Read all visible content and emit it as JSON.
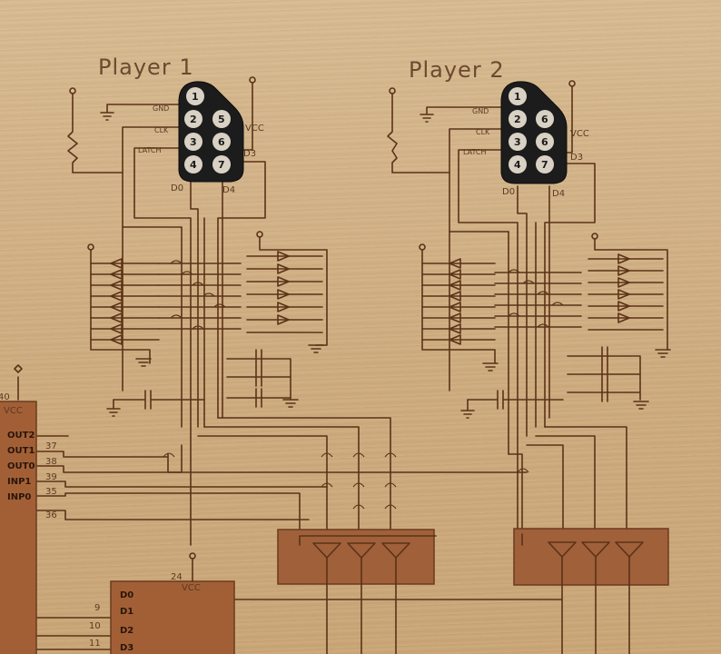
{
  "players": [
    {
      "title": "Player 1",
      "pins": [
        "1",
        "2",
        "5",
        "3",
        "6",
        "4",
        "7"
      ]
    },
    {
      "title": "Player 2",
      "pins": [
        "1",
        "2",
        "6",
        "3",
        "6",
        "4",
        "7"
      ]
    }
  ],
  "connector_labels": {
    "gnd": "GND",
    "clk": "CLK",
    "latch": "LATCH",
    "vcc": "VCC",
    "d3": "D3",
    "d0": "D0",
    "d4": "D4"
  },
  "left_chip": {
    "top_pin": "40",
    "vcc": "VCC",
    "rows": [
      {
        "signal": "OUT2",
        "pin": ""
      },
      {
        "signal": "OUT1",
        "pin": "37"
      },
      {
        "signal": "OUT0",
        "pin": "38"
      },
      {
        "signal": "INP1",
        "pin": "39"
      },
      {
        "signal": "INP0",
        "pin": "35"
      },
      {
        "signal": "",
        "pin": "36"
      }
    ]
  },
  "bottom_chip": {
    "top_pin": "24",
    "vcc": "VCC",
    "rows": [
      {
        "signal": "D0",
        "pin": ""
      },
      {
        "signal": "D1",
        "pin": "9"
      },
      {
        "signal": "D2",
        "pin": "10"
      },
      {
        "signal": "D3",
        "pin": "11"
      }
    ]
  },
  "colors": {
    "wood": "#cfae82",
    "etch": "#5b3218",
    "connector": "#1c1c1c",
    "pin": "#d9d2c4",
    "chip": "#a0603a"
  }
}
